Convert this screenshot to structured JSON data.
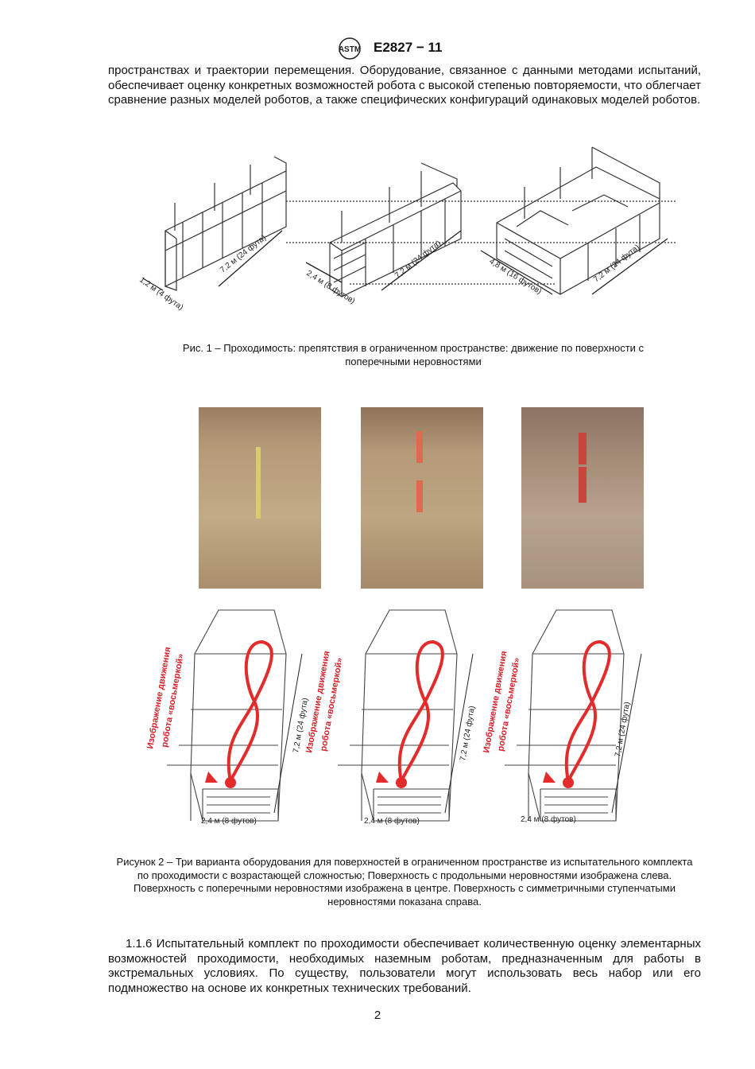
{
  "header": {
    "logo": "ASTM",
    "doc_id": "E2827 − 11"
  },
  "intro_paragraph": "пространствах и траектории перемещения. Оборудование, связанное с данными методами испытаний, обеспечивает оценку конкретных возможностей робота с высокой степенью повторяемости, что облегчает сравнение разных моделей роботов, а также специфических конфигураций одинаковых моделей роботов.",
  "figure1": {
    "labels": {
      "length": "7,2 м (24 фута)",
      "width1": "1,2 м (4 фута)",
      "width2": "2,4 м (8 футов)",
      "width3": "4,8 м (16 футов)"
    },
    "caption": "Рис. 1 – Проходимость: препятствия в ограниченном пространстве: движение по поверхности с поперечными неровностями"
  },
  "figure2": {
    "path_label_line1": "Изображение движения",
    "path_label_line2": "робота «восьмеркой»",
    "length_label": "7,2 м (24 фута)",
    "width_label": "2,4 м (8 футов)",
    "caption": "Рисунок 2 – Три варианта оборудования для поверхностей в ограниченном пространстве из испытательного комплекта по проходимости с возрастающей сложностью; Поверхность с продольными неровностями изображена слева. Поверхность с поперечными неровностями изображена в центре. Поверхность с симметричными ступенчатыми неровностями показана справа.",
    "colors": {
      "path": "#e32b2b",
      "osb": "#b9a07a"
    }
  },
  "section_paragraph": "1.1.6 Испытательный комплект по проходимости обеспечивает количественную оценку элементарных возможностей проходимости, необходимых наземным роботам, предназначенным для работы в экстремальных условиях. По существу, пользователи могут использовать весь набор или его подмножество на основе их конкретных технических требований.",
  "page_number": "2"
}
